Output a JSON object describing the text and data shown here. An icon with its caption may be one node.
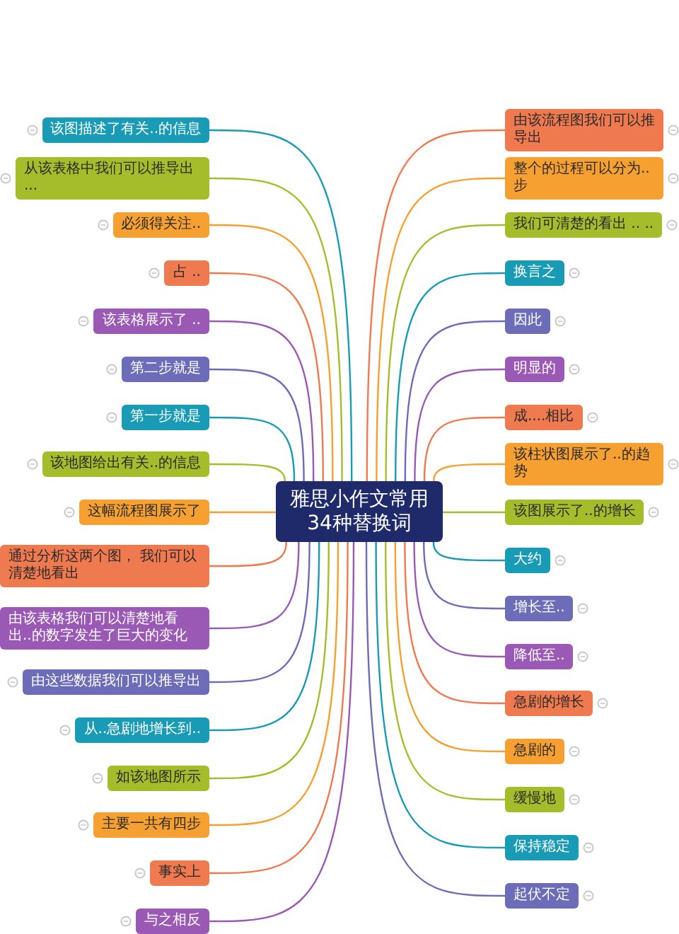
{
  "diagram": {
    "nodes": [
      {
        "text": [
          "雅思小作文常用34种替换词"
        ]
      },
      {
        "text": [
          "该图描述了有关..的信息"
        ]
      },
      {
        "text": [
          "从该表格中我们可以推导出 ..."
        ]
      },
      {
        "text": [
          "必须得关注.."
        ]
      },
      {
        "text": [
          "占 .."
        ]
      },
      {
        "text": [
          "该表格展示了 .."
        ]
      },
      {
        "text": [
          "第二步就是"
        ]
      },
      {
        "text": [
          "第一步就是"
        ]
      },
      {
        "text": [
          "该地图给出有关..的信息"
        ]
      },
      {
        "text": [
          "这幅流程图展示了"
        ]
      },
      {
        "text": [
          "通过分析这两个图， 我们可以清楚地看出"
        ]
      },
      {
        "text": [
          "由该表格我们可以清楚地看出..的数字发生了巨大的变化"
        ]
      },
      {
        "text": [
          "由这些数据我们可以推导出"
        ]
      },
      {
        "text": [
          "从..急剧地增长到.."
        ]
      },
      {
        "text": [
          "如该地图所示"
        ]
      },
      {
        "text": [
          "主要一共有四步"
        ]
      },
      {
        "text": [
          "事实上"
        ]
      },
      {
        "text": [
          "与之相反"
        ]
      },
      {
        "text": [
          "由该流程图我们可以推导出"
        ]
      },
      {
        "text": [
          "整个的过程可以分为..步"
        ]
      },
      {
        "text": [
          "我们可清楚的看出 .. .."
        ]
      },
      {
        "text": [
          "换言之"
        ]
      },
      {
        "text": [
          "因此"
        ]
      },
      {
        "text": [
          "明显的"
        ]
      },
      {
        "text": [
          "成....相比"
        ]
      },
      {
        "text": [
          "该柱状图展示了..的趋势"
        ]
      },
      {
        "text": [
          "该图展示了..的增长"
        ]
      },
      {
        "text": [
          "大约"
        ]
      },
      {
        "text": [
          "增长至.."
        ]
      },
      {
        "text": [
          "降低至.."
        ]
      },
      {
        "text": [
          "急剧的增长"
        ]
      },
      {
        "text": [
          "急剧的"
        ]
      },
      {
        "text": [
          "缓慢地"
        ]
      },
      {
        "text": [
          "保持稳定"
        ]
      },
      {
        "text": [
          "起伏不定"
        ]
      }
    ],
    "edges": [
      {
        "from": 0,
        "to": 1,
        "arrow": "none",
        "color": "#1a9bb5"
      },
      {
        "from": 0,
        "to": 2,
        "arrow": "none",
        "color": "#a5bd2b"
      },
      {
        "from": 0,
        "to": 3,
        "arrow": "none",
        "color": "#f5a030"
      },
      {
        "from": 0,
        "to": 4,
        "arrow": "none",
        "color": "#f07a50"
      },
      {
        "from": 0,
        "to": 5,
        "arrow": "none",
        "color": "#9b59b6"
      },
      {
        "from": 0,
        "to": 6,
        "arrow": "none",
        "color": "#6c6cb8"
      },
      {
        "from": 0,
        "to": 7,
        "arrow": "none",
        "color": "#1a9bb5"
      },
      {
        "from": 0,
        "to": 8,
        "arrow": "none",
        "color": "#a5bd2b"
      },
      {
        "from": 0,
        "to": 9,
        "arrow": "none",
        "color": "#f5a030"
      },
      {
        "from": 0,
        "to": 10,
        "arrow": "none",
        "color": "#f07a50"
      },
      {
        "from": 0,
        "to": 11,
        "arrow": "none",
        "color": "#9b59b6"
      },
      {
        "from": 0,
        "to": 12,
        "arrow": "none",
        "color": "#6c6cb8"
      },
      {
        "from": 0,
        "to": 13,
        "arrow": "none",
        "color": "#1a9bb5"
      },
      {
        "from": 0,
        "to": 14,
        "arrow": "none",
        "color": "#a5bd2b"
      },
      {
        "from": 0,
        "to": 15,
        "arrow": "none",
        "color": "#f5a030"
      },
      {
        "from": 0,
        "to": 16,
        "arrow": "none",
        "color": "#f07a50"
      },
      {
        "from": 0,
        "to": 17,
        "arrow": "none",
        "color": "#9b59b6"
      },
      {
        "from": 0,
        "to": 18,
        "arrow": "none",
        "color": "#f07a50"
      },
      {
        "from": 0,
        "to": 19,
        "arrow": "none",
        "color": "#f5a030"
      },
      {
        "from": 0,
        "to": 20,
        "arrow": "none",
        "color": "#a5bd2b"
      },
      {
        "from": 0,
        "to": 21,
        "arrow": "none",
        "color": "#1a9bb5"
      },
      {
        "from": 0,
        "to": 22,
        "arrow": "none",
        "color": "#6c6cb8"
      },
      {
        "from": 0,
        "to": 23,
        "arrow": "none",
        "color": "#9b59b6"
      },
      {
        "from": 0,
        "to": 24,
        "arrow": "none",
        "color": "#f07a50"
      },
      {
        "from": 0,
        "to": 25,
        "arrow": "none",
        "color": "#f5a030"
      },
      {
        "from": 0,
        "to": 26,
        "arrow": "none",
        "color": "#a5bd2b"
      },
      {
        "from": 0,
        "to": 27,
        "arrow": "none",
        "color": "#1a9bb5"
      },
      {
        "from": 0,
        "to": 28,
        "arrow": "none",
        "color": "#6c6cb8"
      },
      {
        "from": 0,
        "to": 29,
        "arrow": "none",
        "color": "#9b59b6"
      },
      {
        "from": 0,
        "to": 30,
        "arrow": "none",
        "color": "#f07a50"
      },
      {
        "from": 0,
        "to": 31,
        "arrow": "none",
        "color": "#f5a030"
      },
      {
        "from": 0,
        "to": 32,
        "arrow": "none",
        "color": "#a5bd2b"
      },
      {
        "from": 0,
        "to": 33,
        "arrow": "none",
        "color": "#1a9bb5"
      },
      {
        "from": 0,
        "to": 34,
        "arrow": "none",
        "color": "#6c6cb8"
      }
    ]
  }
}
